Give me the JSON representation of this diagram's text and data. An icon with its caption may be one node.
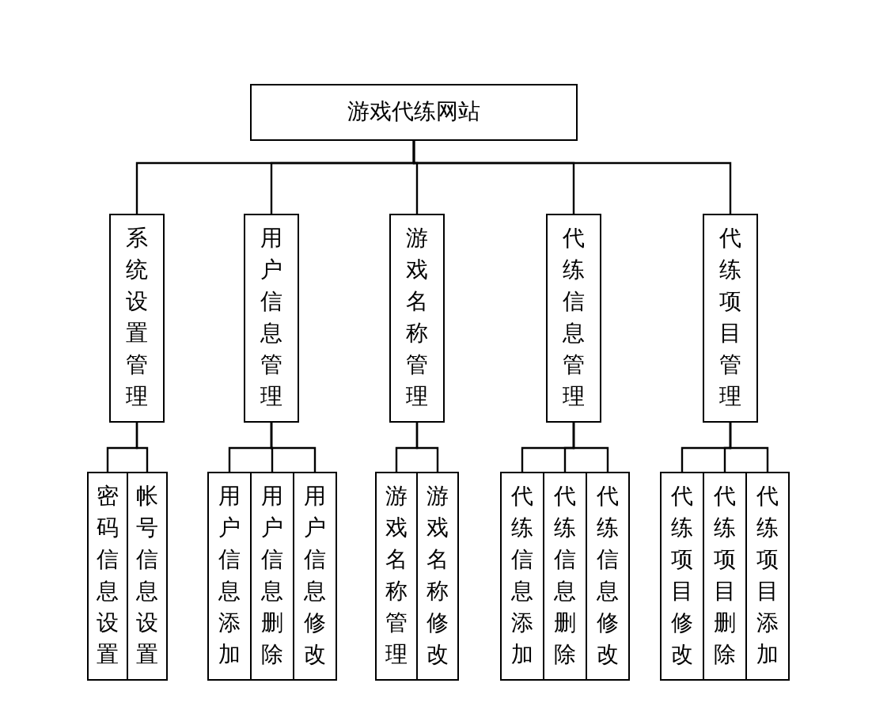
{
  "diagram": {
    "nodes": [
      {
        "text": [
          "游戏代练网站"
        ]
      },
      {
        "text": [
          "系统设置管理"
        ]
      },
      {
        "text": [
          "用户信息管理"
        ]
      },
      {
        "text": [
          "游戏名称管理"
        ]
      },
      {
        "text": [
          "代练信息管理"
        ]
      },
      {
        "text": [
          "代练项目管理"
        ]
      },
      {
        "text": [
          "密码信息设置"
        ]
      },
      {
        "text": [
          "帐号信息设置"
        ]
      },
      {
        "text": [
          "用户信息添加"
        ]
      },
      {
        "text": [
          "用户信息删除"
        ]
      },
      {
        "text": [
          "用户信息修改"
        ]
      },
      {
        "text": [
          "游戏名称管理"
        ]
      },
      {
        "text": [
          "游戏名称修改"
        ]
      },
      {
        "text": [
          "代练信息添加"
        ]
      },
      {
        "text": [
          "代练信息删除"
        ]
      },
      {
        "text": [
          "代练信息修改"
        ]
      },
      {
        "text": [
          "代练项目修改"
        ]
      },
      {
        "text": [
          "代练项目删除"
        ]
      },
      {
        "text": [
          "代练项目添加"
        ]
      }
    ],
    "edges": [
      {
        "from": 0,
        "to": 1,
        "arrow": "none"
      },
      {
        "from": 0,
        "to": 2,
        "arrow": "none"
      },
      {
        "from": 0,
        "to": 3,
        "arrow": "none"
      },
      {
        "from": 0,
        "to": 4,
        "arrow": "none"
      },
      {
        "from": 0,
        "to": 5,
        "arrow": "none"
      },
      {
        "from": 1,
        "to": 6,
        "arrow": "none"
      },
      {
        "from": 1,
        "to": 7,
        "arrow": "none"
      },
      {
        "from": 2,
        "to": 8,
        "arrow": "none"
      },
      {
        "from": 2,
        "to": 9,
        "arrow": "none"
      },
      {
        "from": 2,
        "to": 10,
        "arrow": "none"
      },
      {
        "from": 3,
        "to": 11,
        "arrow": "none"
      },
      {
        "from": 3,
        "to": 12,
        "arrow": "none"
      },
      {
        "from": 4,
        "to": 13,
        "arrow": "none"
      },
      {
        "from": 4,
        "to": 14,
        "arrow": "none"
      },
      {
        "from": 4,
        "to": 15,
        "arrow": "none"
      },
      {
        "from": 5,
        "to": 16,
        "arrow": "none"
      },
      {
        "from": 5,
        "to": 17,
        "arrow": "none"
      },
      {
        "from": 5,
        "to": 18,
        "arrow": "none"
      }
    ]
  }
}
